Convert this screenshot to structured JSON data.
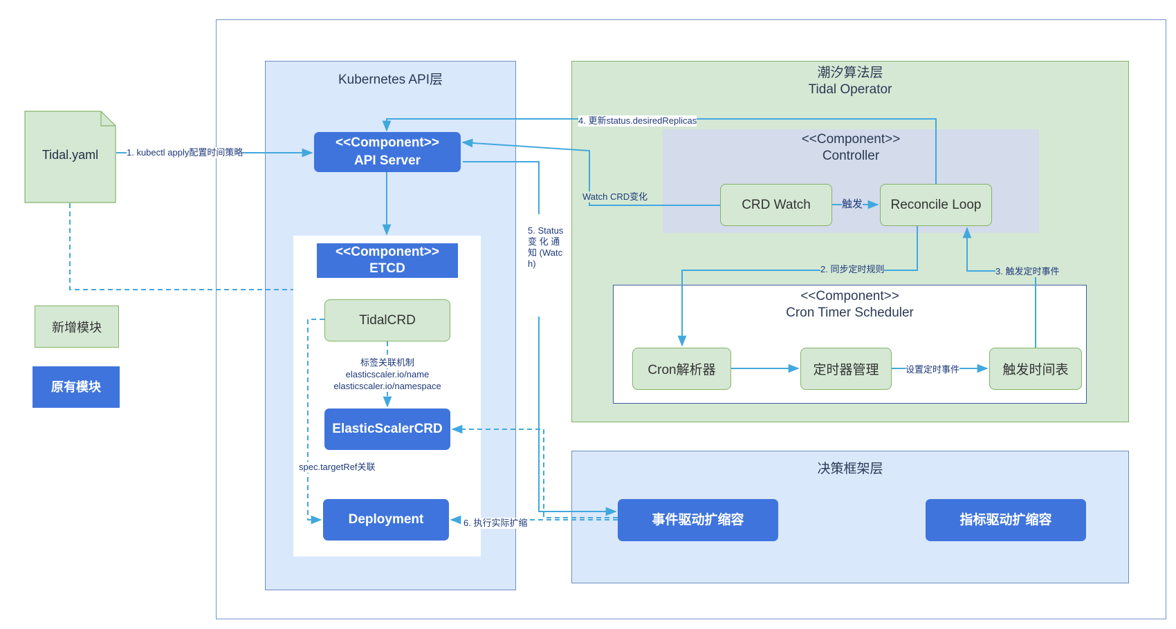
{
  "layers": {
    "k8s_api": "Kubernetes API层",
    "tidal_cn": "潮汐算法层",
    "tidal_en": "Tidal Operator",
    "decision": "决策框架层"
  },
  "components": {
    "api_server": {
      "stereo": "<<Component>>",
      "name": "API Server"
    },
    "etcd": {
      "stereo": "<<Component>>",
      "name": "ETCD"
    },
    "controller": {
      "stereo": "<<Component>>",
      "name": "Controller"
    },
    "cron_scheduler": {
      "stereo": "<<Component>>",
      "name": "Cron Timer Scheduler"
    }
  },
  "nodes": {
    "tidal_yaml": "Tidal.yaml",
    "tidal_crd": "TidalCRD",
    "elastic_crd": "ElasticScalerCRD",
    "deployment": "Deployment",
    "crd_watch": "CRD Watch",
    "reconcile": "Reconcile Loop",
    "cron_parser": "Cron解析器",
    "timer_mgr": "定时器管理",
    "trigger_table": "触发时间表",
    "event_scaler": "事件驱动扩缩容",
    "metric_scaler": "指标驱动扩缩容"
  },
  "legend": {
    "new_module": "新增模块",
    "existing_module": "原有模块"
  },
  "edges": {
    "kubectl_apply": "1. kubectl apply配置时间策略",
    "update_status": "4. 更新status.desiredReplicas",
    "watch_crd": "Watch CRD变化",
    "trigger": "触发",
    "sync_rules": "2. 同步定时规则",
    "trigger_event": "3. 触发定时事件",
    "set_timer_event": "设置定时事件",
    "status_notify": "5. Status 变 化 通 知 (Watch)",
    "label_mechanism": "标签关联机制",
    "label_name": "elasticscaler.io/name",
    "label_namespace": "elasticscaler.io/namespace",
    "spec_target": "spec.targetRef关联",
    "execute_scale": "6. 执行实际扩缩"
  },
  "colors": {
    "primary_blue": "#3f74dc",
    "arrow": "#41a8dd",
    "green_fill": "#d5e8d4",
    "green_border": "#82b366",
    "blue_layer": "#dae8fc"
  }
}
